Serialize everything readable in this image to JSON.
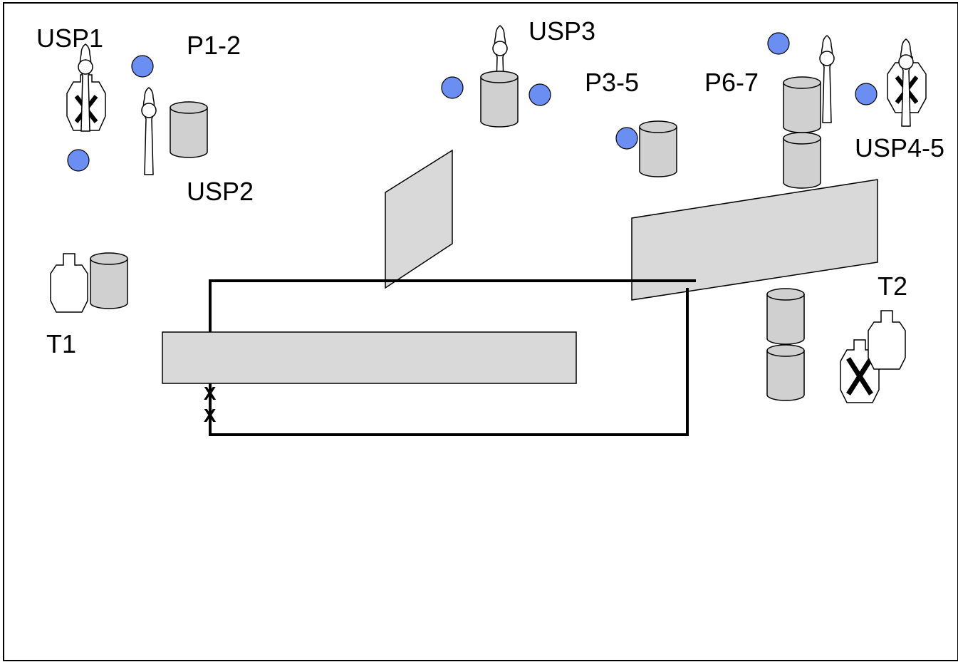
{
  "labels": {
    "usp1": "USP1",
    "p1_2": "P1-2",
    "usp2": "USP2",
    "usp3": "USP3",
    "p3_5": "P3-5",
    "p6_7": "P6-7",
    "usp4_5": "USP4-5",
    "t1": "T1",
    "t2": "T2",
    "fault_marks": [
      "X",
      "X"
    ]
  },
  "colors": {
    "plate": "#6b8ef3",
    "barrel": "#d0d0d0",
    "wall": "#d9d9d9",
    "line": "#000000"
  },
  "icons": [
    "steel-plate-icon",
    "popper-icon",
    "barrel-icon",
    "cardboard-target-icon",
    "no-shoot-target-icon",
    "wall-icon",
    "fault-line-icon"
  ]
}
